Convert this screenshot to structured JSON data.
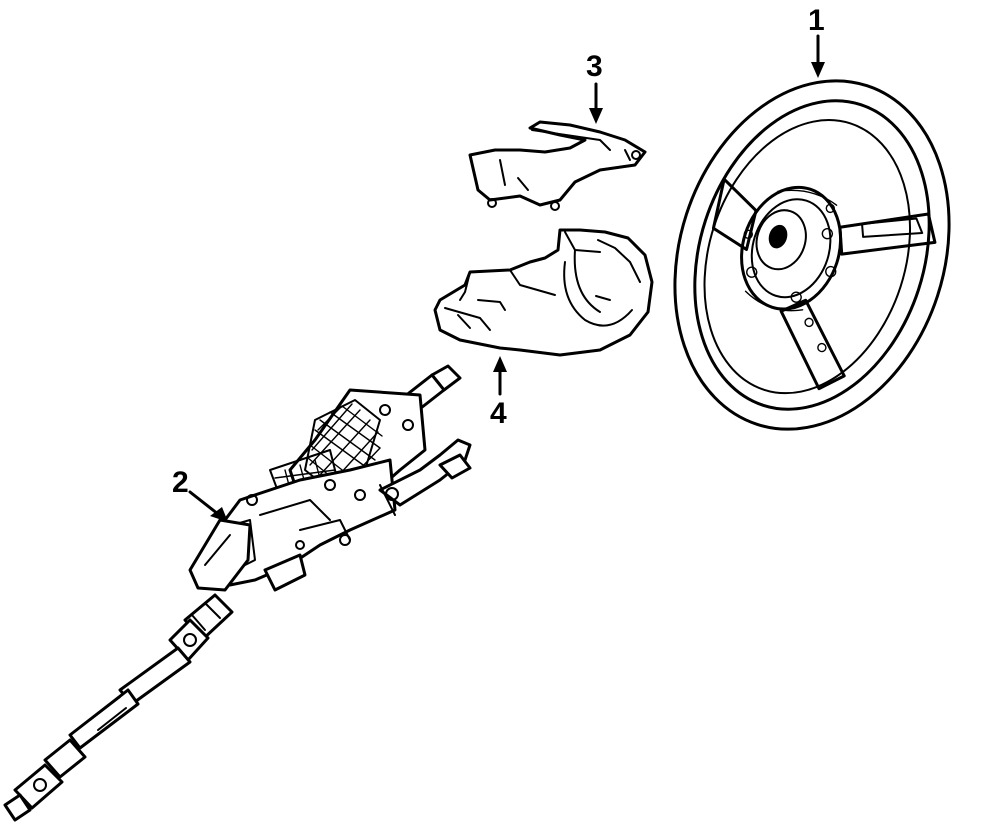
{
  "diagram": {
    "callouts": [
      {
        "id": "1",
        "label": "1",
        "part": "steering-wheel"
      },
      {
        "id": "2",
        "label": "2",
        "part": "steering-column"
      },
      {
        "id": "3",
        "label": "3",
        "part": "upper-column-cover"
      },
      {
        "id": "4",
        "label": "4",
        "part": "lower-column-cover"
      }
    ],
    "colors": {
      "line": "#000000",
      "background": "#ffffff"
    }
  }
}
